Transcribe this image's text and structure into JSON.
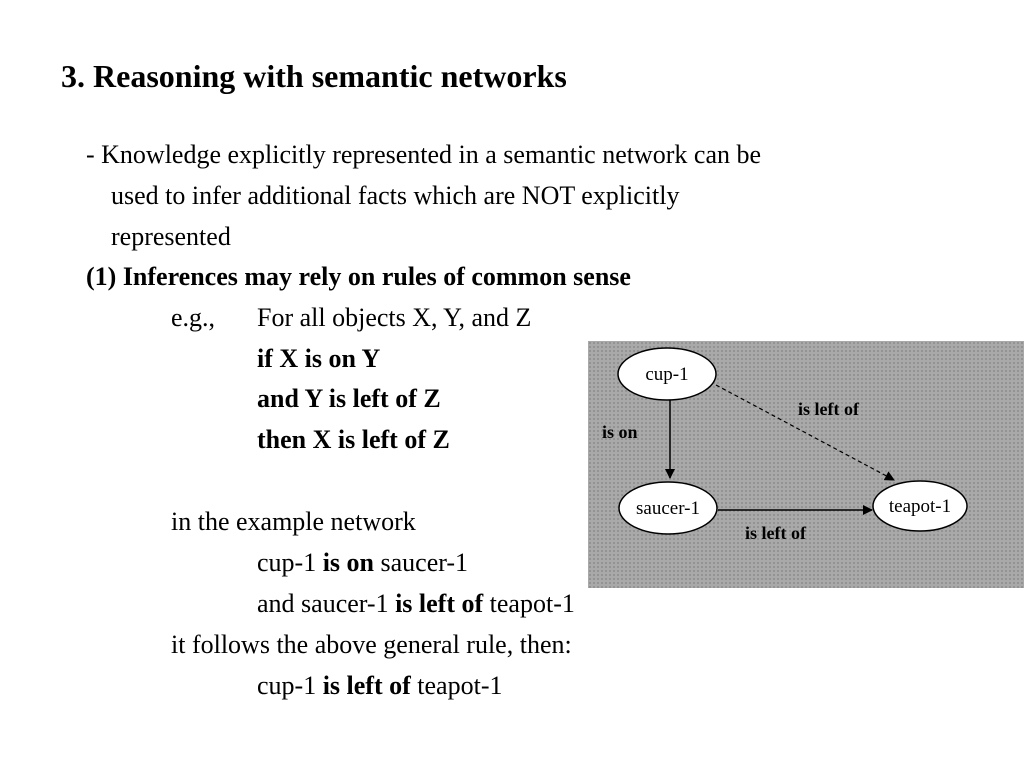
{
  "slide": {
    "title": "3. Reasoning with semantic networks",
    "intro": {
      "line1": "- Knowledge explicitly represented in a semantic network can be",
      "line2": "used to infer additional facts which are NOT explicitly",
      "line3": "represented"
    },
    "subheading": "(1) Inferences may rely on rules of common sense",
    "rule": {
      "eg": "e.g.,",
      "for_all": "For all objects X, Y, and Z",
      "if": "if X is on Y",
      "and": "and Y is left of Z",
      "then": "then X is left of Z"
    },
    "example": {
      "intro": "in the example network",
      "fact1_subject": "cup-1",
      "fact1_relation": "is on",
      "fact1_object": "saucer-1",
      "fact2_prefix": "and saucer-1",
      "fact2_relation": "is left of",
      "fact2_object": "teapot-1",
      "conclusion_intro": "it follows the above general rule, then:",
      "conclusion_subject": "cup-1",
      "conclusion_relation": "is left of",
      "conclusion_object": "teapot-1"
    }
  },
  "diagram": {
    "nodes": {
      "cup": "cup-1",
      "saucer": "saucer-1",
      "teapot": "teapot-1"
    },
    "edges": {
      "is_on": "is on",
      "saucer_teapot": "is left of",
      "cup_teapot": "is left of"
    },
    "colors": {
      "background": "#a9a9a9",
      "node_fill": "#ffffff",
      "stroke": "#000000"
    }
  }
}
